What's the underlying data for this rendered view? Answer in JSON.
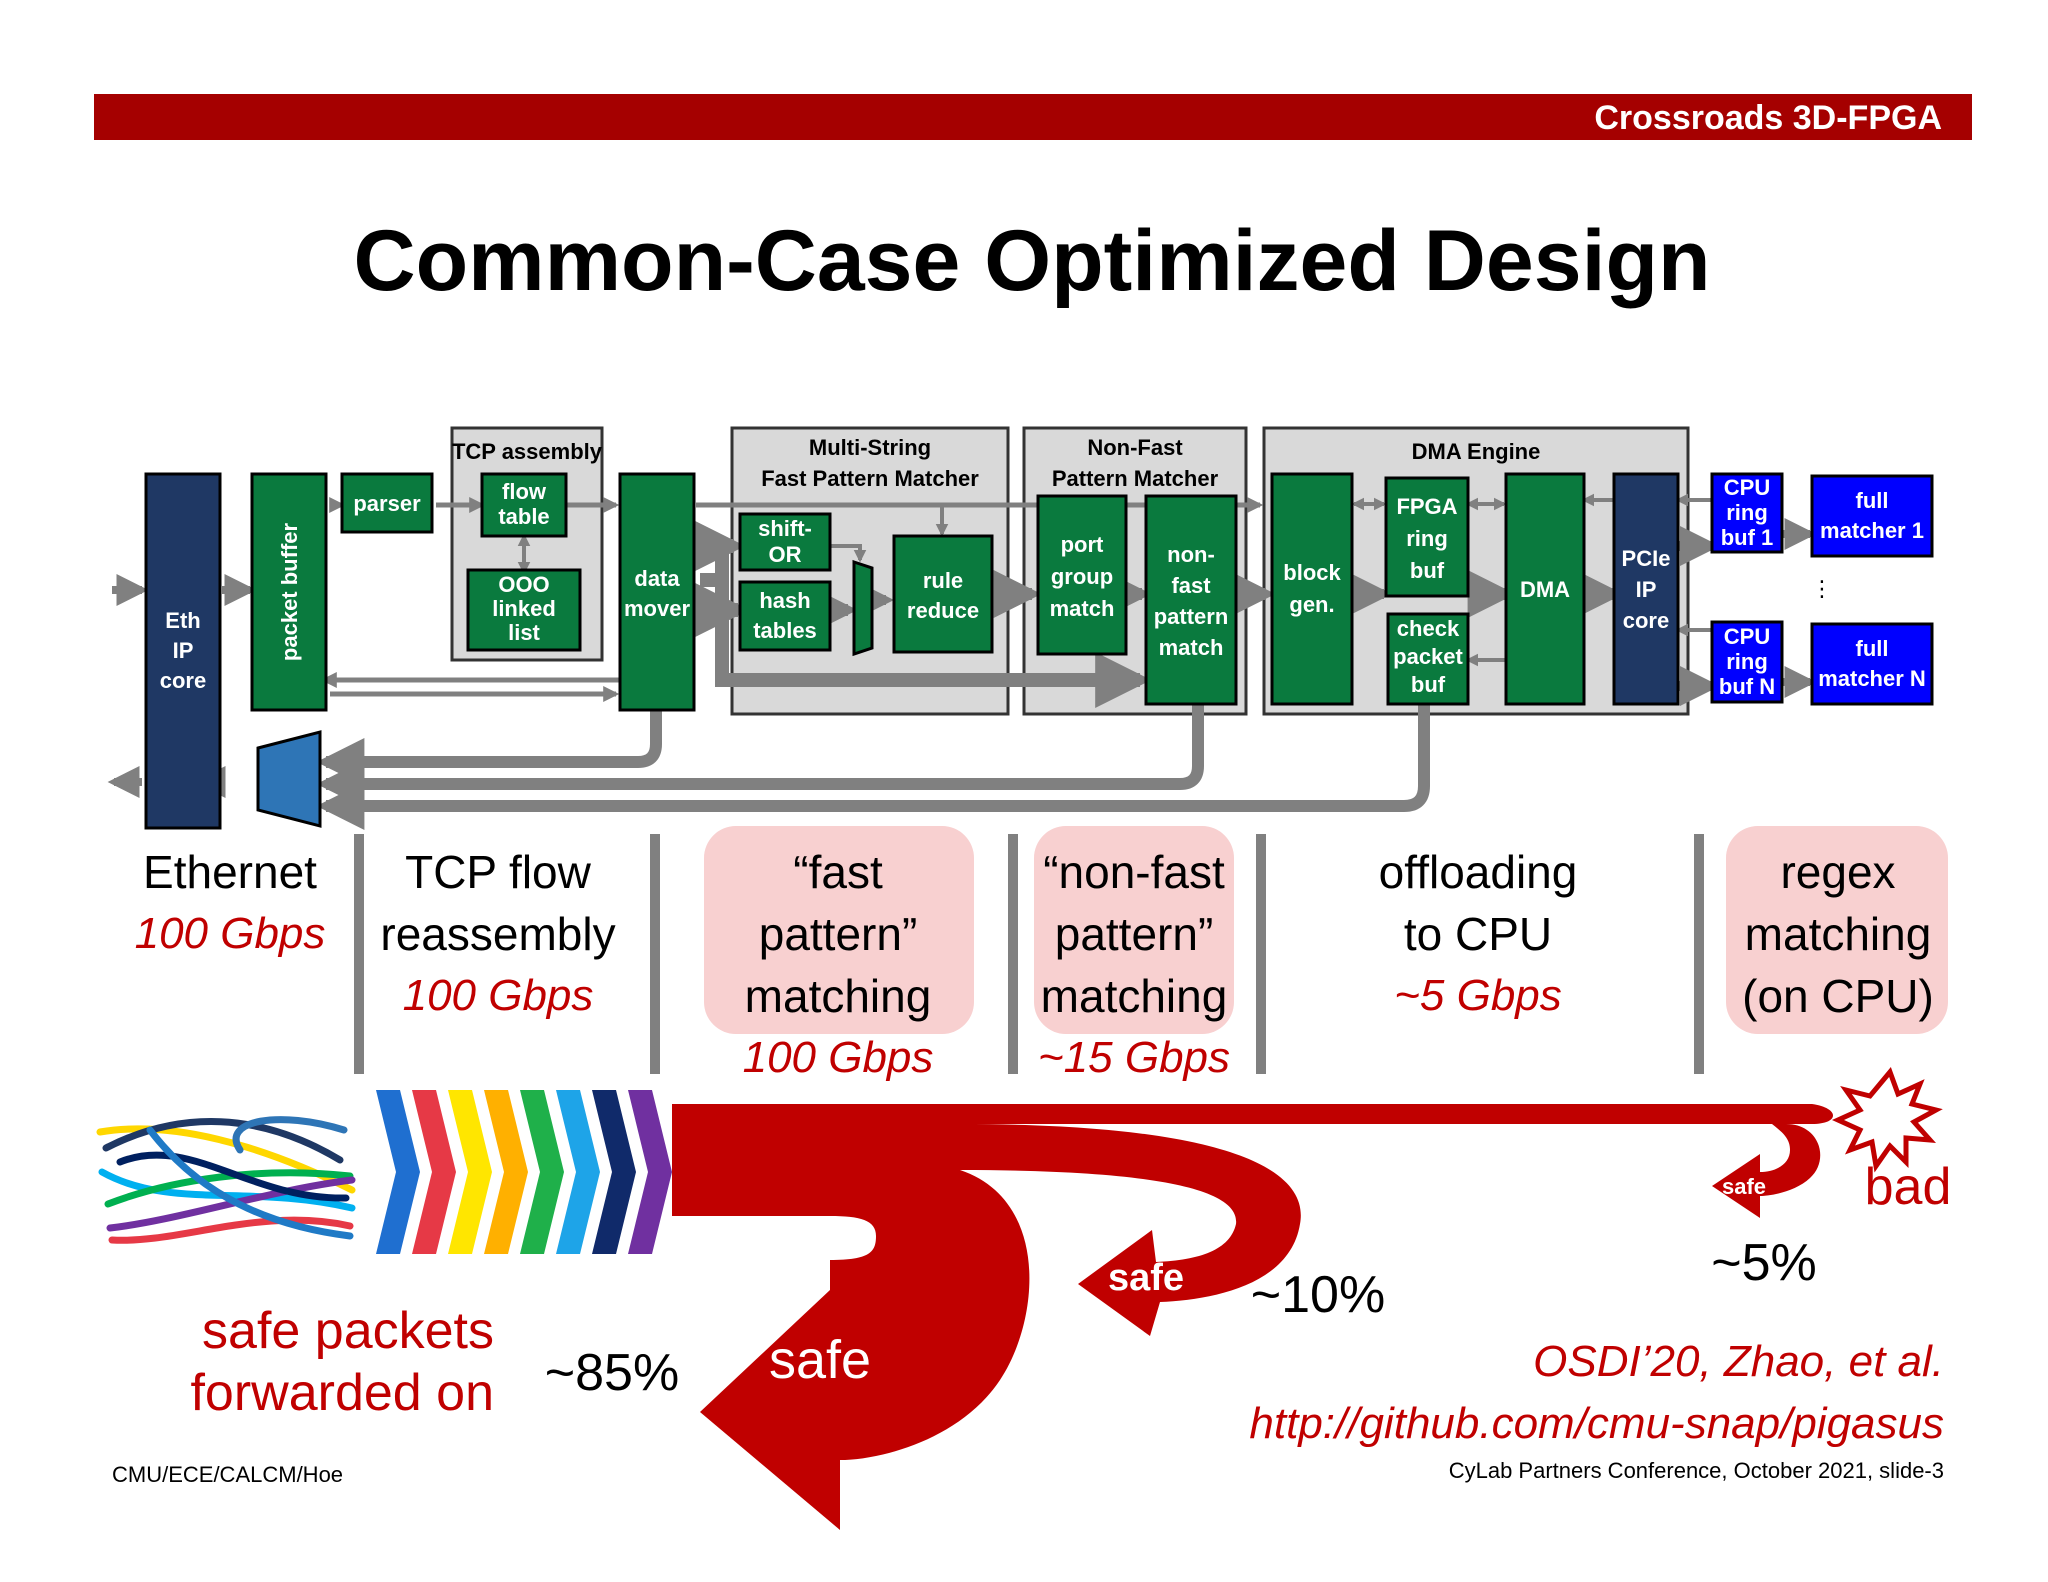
{
  "header": {
    "brand": "Crossroads 3D-FPGA"
  },
  "title": "Common-Case Optimized Design",
  "pipeline": {
    "eth_ip_core": [
      "Eth",
      "IP",
      "core"
    ],
    "packet_buffer": "packet buffer",
    "parser": "parser",
    "tcp_assembly": {
      "title": "TCP assembly",
      "flow_table": [
        "flow",
        "table"
      ],
      "ooo_linked_list": [
        "OOO",
        "linked",
        "list"
      ]
    },
    "data_mover": [
      "data",
      "mover"
    ],
    "multi_string": {
      "title": [
        "Multi-String",
        "Fast Pattern Matcher"
      ],
      "shift_or": [
        "shift-",
        "OR"
      ],
      "hash_tables": [
        "hash",
        "tables"
      ],
      "rule_reduce": [
        "rule",
        "reduce"
      ]
    },
    "non_fast": {
      "title": [
        "Non-Fast",
        "Pattern Matcher"
      ],
      "port_group_match": [
        "port",
        "group",
        "match"
      ],
      "non_fast_pattern_match": [
        "non-",
        "fast",
        "pattern",
        "match"
      ]
    },
    "dma_engine": {
      "title": "DMA Engine",
      "block_gen": [
        "block",
        "gen."
      ],
      "fpga_ring_buf": [
        "FPGA",
        "ring",
        "buf"
      ],
      "check_packet_buf": [
        "check",
        "packet",
        "buf"
      ],
      "dma": "DMA",
      "pcie_ip_core": [
        "PCIe",
        "IP",
        "core"
      ]
    },
    "cpu_ring_buf_1": [
      "CPU",
      "ring",
      "buf 1"
    ],
    "cpu_ring_buf_n": [
      "CPU",
      "ring",
      "buf N"
    ],
    "full_matcher_1": [
      "full",
      "matcher 1"
    ],
    "full_matcher_n": [
      "full",
      "matcher N"
    ],
    "ellipsis": "⋮"
  },
  "stages": [
    {
      "lines": [
        "Ethernet"
      ],
      "rate": "100 Gbps",
      "highlight": false
    },
    {
      "lines": [
        "TCP flow",
        "reassembly"
      ],
      "rate": "100 Gbps",
      "highlight": false
    },
    {
      "lines": [
        "“fast",
        "pattern”",
        "matching"
      ],
      "rate": "100 Gbps",
      "highlight": true
    },
    {
      "lines": [
        "“non-fast",
        "pattern”",
        "matching"
      ],
      "rate": "~15 Gbps",
      "highlight": true
    },
    {
      "lines": [
        "offloading",
        "to CPU"
      ],
      "rate": "~5 Gbps",
      "highlight": false
    },
    {
      "lines": [
        "regex",
        "matching",
        "(on CPU)"
      ],
      "rate": "",
      "highlight": true
    }
  ],
  "flow": {
    "safe_label": "safe",
    "pct_85": "~85%",
    "pct_10": "~10%",
    "pct_5": "~5%",
    "bad_label": "bad",
    "safe_packets": [
      "safe packets",
      "forwarded on"
    ]
  },
  "citation": {
    "paper": "OSDI’20, Zhao, et al.",
    "url": "http://github.com/cmu-snap/pigasus"
  },
  "footer": {
    "left": "CMU/ECE/CALCM/Hoe",
    "right": "CyLab Partners Conference, October 2021, slide-3"
  },
  "colors": {
    "brand_red": "#A50000",
    "flow_red": "#C00000",
    "fpga_green": "#0A7A3E",
    "navy": "#1F3864",
    "blue": "#0000FF",
    "highlight_pink": "#F8D0D0",
    "arrow_gray": "#808080"
  }
}
